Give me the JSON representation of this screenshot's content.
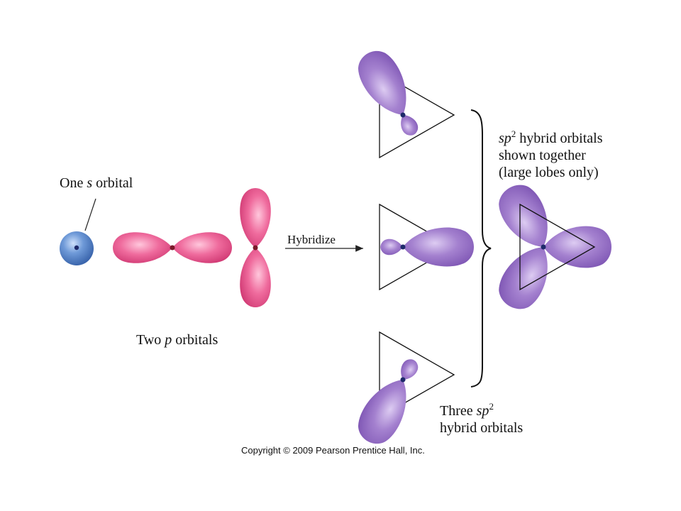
{
  "labels": {
    "s_prefix": "One ",
    "s_italic": "s",
    "s_suffix": " orbital",
    "p_prefix": "Two ",
    "p_italic": "p",
    "p_suffix": " orbitals",
    "hybridize": "Hybridize",
    "together_sp": "sp",
    "together_sup": "2",
    "together_line1_rest": " hybrid orbitals",
    "together_line2": "shown together",
    "together_line3": "(large lobes only)",
    "three_prefix": "Three ",
    "three_sp": "sp",
    "three_sup": "2",
    "three_line2": "hybrid orbitals",
    "copyright": "Copyright © 2009 Pearson Prentice Hall, Inc."
  },
  "colors": {
    "s_orbital": "#4f7fc4",
    "p_orbital": "#e8508a",
    "sp2_orbital": "#9b72c6",
    "nucleus": "#1e2a6a",
    "p_nucleus": "#7a1a2a"
  }
}
